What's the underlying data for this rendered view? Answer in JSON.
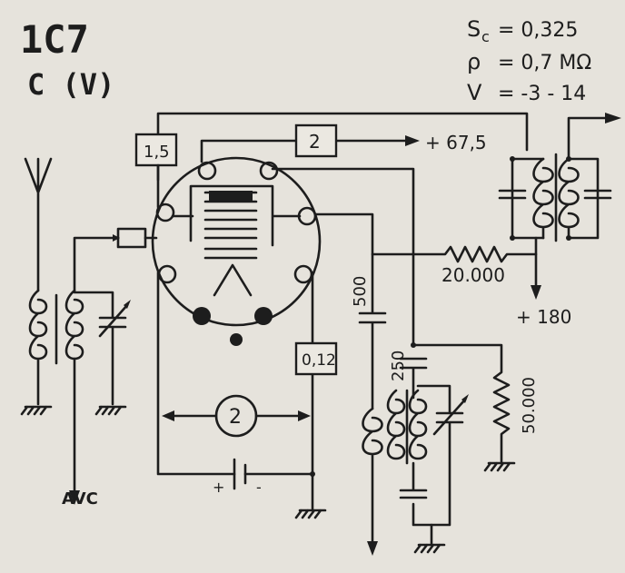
{
  "header": {
    "tube": "1C7",
    "type": "C (V)"
  },
  "params": {
    "sc_label": "S",
    "sc_sub": "c",
    "sc_value": "= 0,325",
    "rho_label": "ρ",
    "rho_value": "= 0,7 MΩ",
    "v_label": "V",
    "v_value": "= -3 - 14"
  },
  "labels": {
    "box_1_5": "1,5",
    "box_2": "2",
    "box_0_12": "0,12",
    "circle_2": "2",
    "plus_67": "+ 67,5",
    "plus_180": "+ 180",
    "r_20000": "20.000",
    "r_50000": "50.000",
    "c_500": "500",
    "c_250": "250",
    "avc": "AVC",
    "bat_plus": "+",
    "bat_minus": "-"
  },
  "colors": {
    "ink": "#1d1d1d",
    "paper": "#e6e3dc"
  }
}
